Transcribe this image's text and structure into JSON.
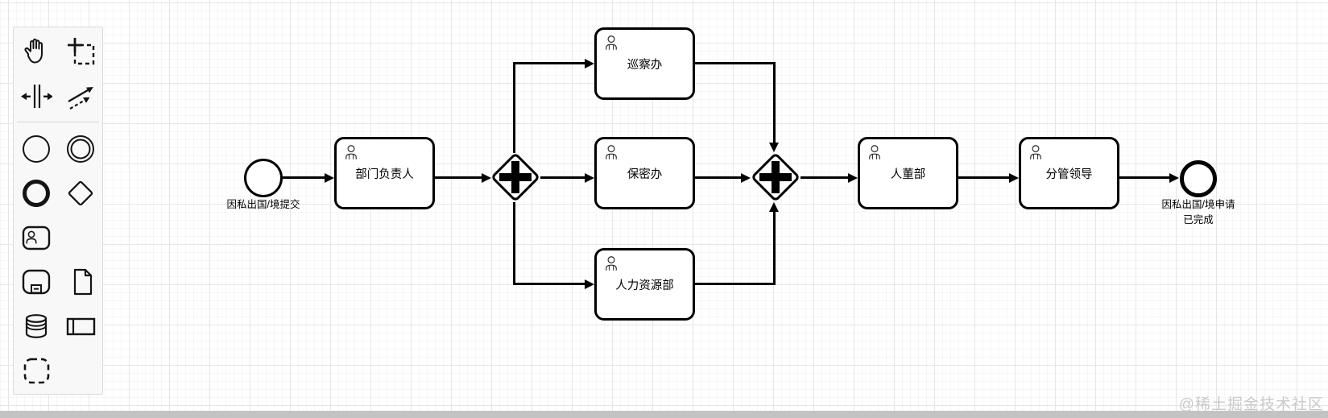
{
  "palette": {
    "items": [
      "hand-tool-icon",
      "lasso-tool-icon",
      "space-tool-icon",
      "global-connect-icon",
      "create-start-event-icon",
      "create-intermediate-event-icon",
      "create-end-event-icon",
      "create-parallel-gateway-icon",
      "create-user-task-icon",
      "create-subprocess-icon",
      "create-data-object-icon",
      "create-data-store-icon",
      "create-participant-icon",
      "create-group-icon"
    ]
  },
  "diagram": {
    "start_event": {
      "label": "因私出国/境提交"
    },
    "tasks": [
      {
        "label": "部门负责人"
      },
      {
        "label": "巡察办"
      },
      {
        "label": "保密办"
      },
      {
        "label": "人力资源部"
      },
      {
        "label": "人董部"
      },
      {
        "label": "分管领导"
      }
    ],
    "gateways": [
      {
        "type": "parallel"
      },
      {
        "type": "parallel"
      }
    ],
    "end_event": {
      "label_line1": "因私出国/境申请",
      "label_line2": "已完成"
    }
  },
  "watermark": {
    "text": "@稀土掘金技术社区"
  },
  "colors": {
    "stroke": "#000000",
    "grid_major": "#e6e6e6",
    "grid_minor": "#f6f6f6",
    "palette_bg": "#f8f8f8",
    "watermark": "#c9c9c9",
    "bottom_bar": "#c3c3c3"
  }
}
